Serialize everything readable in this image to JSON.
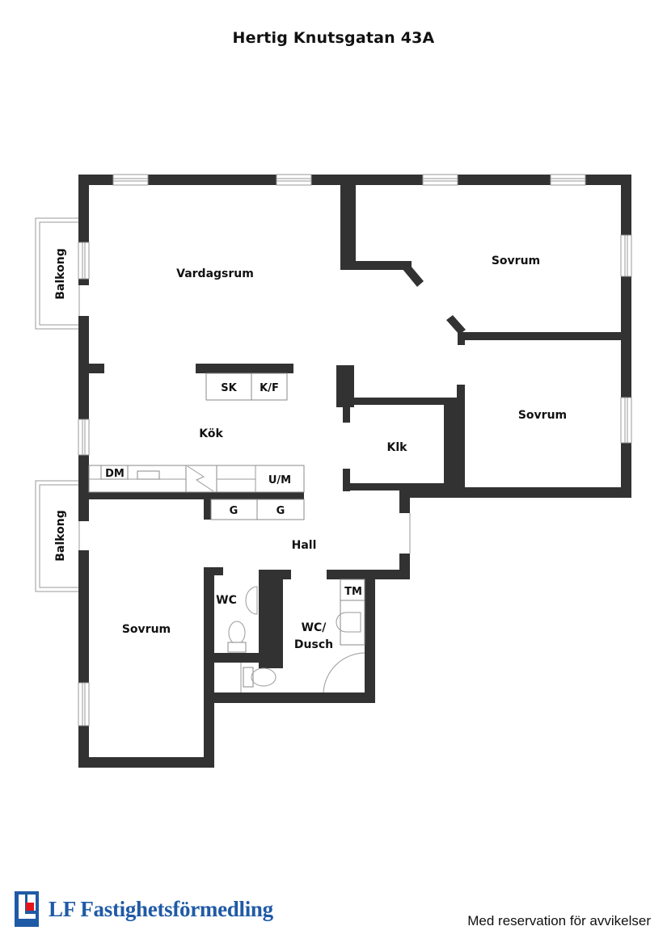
{
  "title": "Hertig Knutsgatan 43A",
  "rooms": {
    "vardagsrum": "Vardagsrum",
    "sovrum_ne": "Sovrum",
    "sovrum_e": "Sovrum",
    "sovrum_sw": "Sovrum",
    "kok": "Kök",
    "klk": "Klk",
    "hall": "Hall",
    "wc": "WC",
    "wc_dusch_1": "WC/",
    "wc_dusch_2": "Dusch",
    "balkong_top": "Balkong",
    "balkong_bottom": "Balkong"
  },
  "fixtures": {
    "sk": "SK",
    "kf": "K/F",
    "dm": "DM",
    "um": "U/M",
    "g1": "G",
    "g2": "G",
    "tm": "TM"
  },
  "footer": {
    "brand": "LF Fastighetsförmedling",
    "disclaimer": "Med reservation för avvikelser"
  },
  "colors": {
    "wall": "#323232",
    "brand_blue": "#1f5aa6",
    "brand_red": "#e3151a"
  }
}
